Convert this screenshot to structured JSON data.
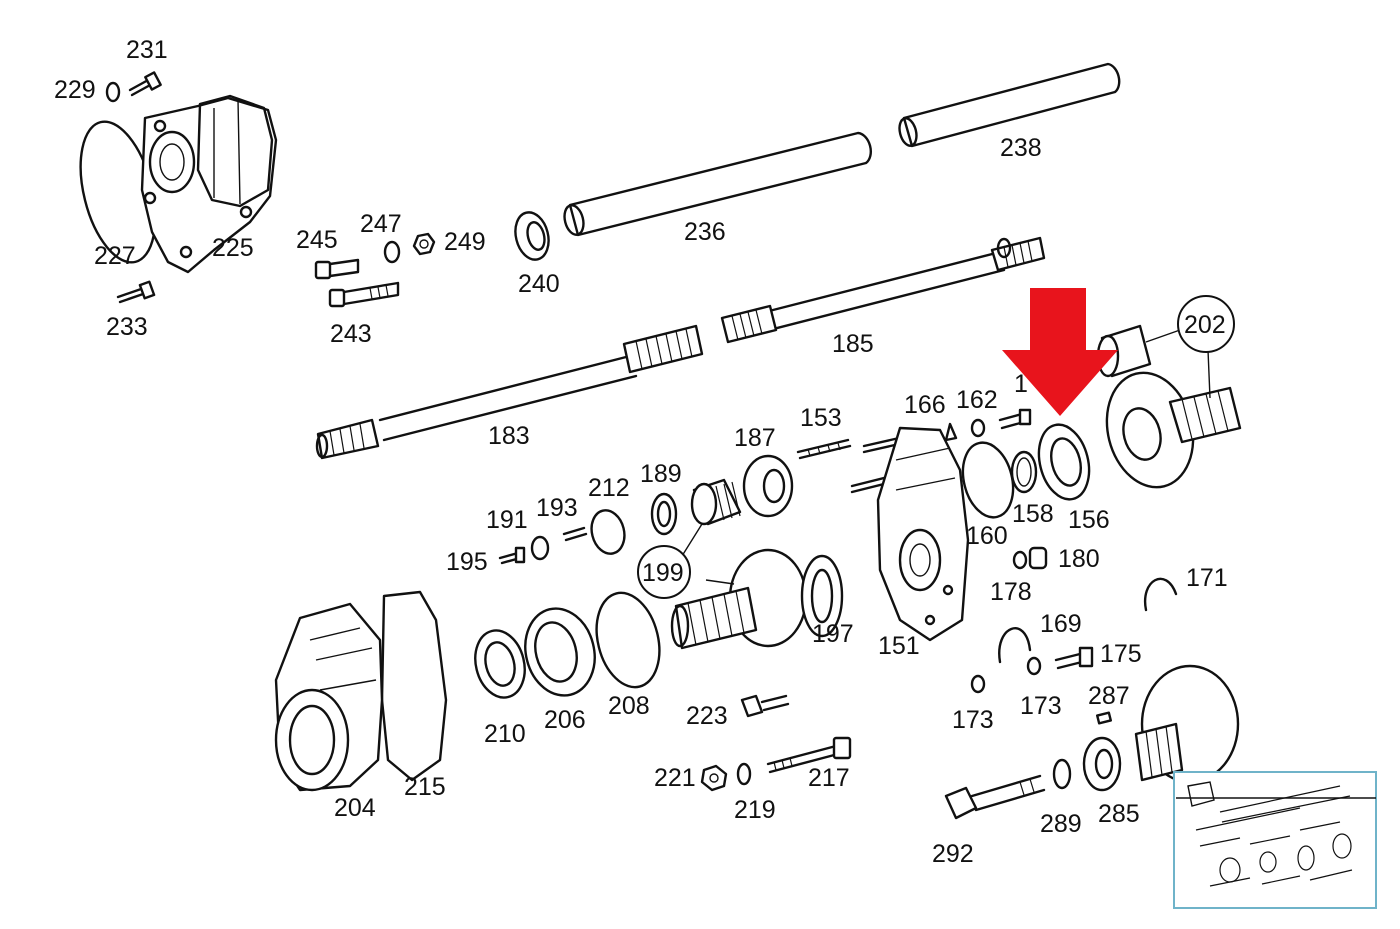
{
  "diagram": {
    "part_labels": [
      "231",
      "229",
      "227",
      "225",
      "233",
      "245",
      "247",
      "249",
      "243",
      "240",
      "236",
      "238",
      "185",
      "183",
      "202",
      "166",
      "162",
      "153",
      "187",
      "189",
      "212",
      "193",
      "191",
      "195",
      "199",
      "160",
      "158",
      "156",
      "178",
      "180",
      "171",
      "151",
      "197",
      "169",
      "175",
      "173",
      "173",
      "287",
      "210",
      "206",
      "208",
      "223",
      "204",
      "215",
      "221",
      "219",
      "217",
      "292",
      "289",
      "285"
    ],
    "circled_labels": [
      "202",
      "199"
    ],
    "partially_hidden_label": "1",
    "highlight": {
      "shape": "arrow-down",
      "color": "#e8141c",
      "points_to": "156"
    },
    "thumbnail": {
      "border_color": "#6fb3c9"
    }
  }
}
